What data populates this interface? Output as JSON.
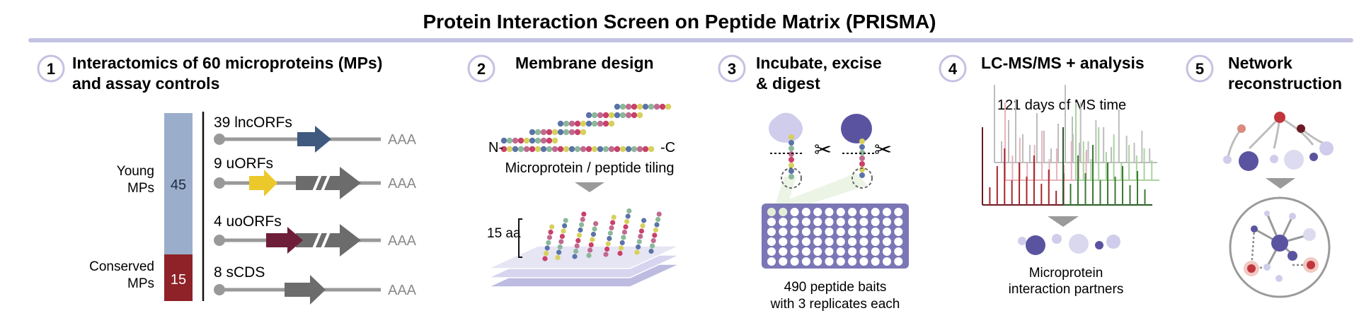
{
  "title": "Protein Interaction Screen on Peptide Matrix (PRISMA)",
  "steps": [
    {
      "number": "1",
      "heading_lines": [
        "Interactomics of 60 microproteins (MPs)",
        "and assay controls"
      ]
    },
    {
      "number": "2",
      "heading_lines": [
        "Membrane design"
      ]
    },
    {
      "number": "3",
      "heading_lines": [
        "Incubate, excise",
        "& digest"
      ]
    },
    {
      "number": "4",
      "heading_lines": [
        "LC-MS/MS + analysis"
      ]
    },
    {
      "number": "5",
      "heading_lines": [
        "Network",
        "reconstruction"
      ]
    }
  ],
  "panel1": {
    "young_label_lines": [
      "Young",
      "MPs"
    ],
    "young_count": "45",
    "conserved_label_lines": [
      "Conserved",
      "MPs"
    ],
    "conserved_count": "15",
    "orf_rows": [
      {
        "label": "39 lncORFs",
        "tail": "AAA"
      },
      {
        "label": "9 uORFs",
        "tail": "AAA"
      },
      {
        "label": "4 uoORFs",
        "tail": "AAA"
      },
      {
        "label": "8 sCDS",
        "tail": "AAA"
      }
    ],
    "colors": {
      "young": "#9aaecb",
      "conserved": "#8e2228",
      "lncorf": "#3f5a7e",
      "uorf": "#ecc92b",
      "uoorf": "#6e1e39",
      "cds": "#6c6c6c"
    }
  },
  "panel2": {
    "n_terminus": "N-",
    "c_terminus": "-C",
    "tiling_label": "Microprotein / peptide tiling",
    "length_label": "15 aa"
  },
  "panel3": {
    "caption_lines": [
      "490 peptide baits",
      "with 3 replicates each"
    ]
  },
  "panel4": {
    "ms_time_label": "121 days of MS time",
    "partners_label_lines": [
      "Microprotein",
      "interaction partners"
    ]
  },
  "colors": {
    "accent": "#c4c2e2",
    "purple_dark": "#5a54a0",
    "purple_light": "#cfcdeb",
    "bead_palette": [
      "#c9406a",
      "#d6d05c",
      "#5a73a8",
      "#8bb89a",
      "#c06a8f"
    ]
  }
}
